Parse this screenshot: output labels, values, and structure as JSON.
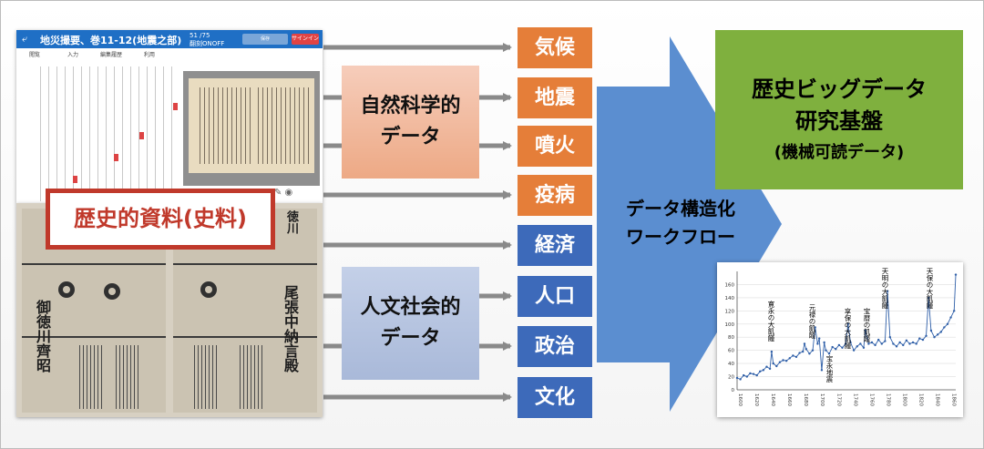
{
  "app_window": {
    "back_icon": "back-arrow-icon",
    "title": "地災撮要、巻11-12(地震之部)",
    "page_number": "51",
    "page_total": "/75",
    "page_button": "翻刻ONOFF",
    "action_button": "保存",
    "login_button": "サインイン",
    "tabs": [
      "閲覧",
      "入力",
      "編集履歴",
      "利用"
    ]
  },
  "historical_source": {
    "label": "歴史的資料(史料)",
    "woodblock_text_left": "御徳川齊昭",
    "woodblock_text_right": "尾張中納言殿",
    "woodblock_header": "徳川"
  },
  "categories": {
    "natural_science": [
      "自然科学的",
      "データ"
    ],
    "humanities": [
      "人文社会的",
      "データ"
    ]
  },
  "domains": {
    "natural": [
      "気候",
      "地震",
      "噴火",
      "疫病"
    ],
    "humanities": [
      "経済",
      "人口",
      "政治",
      "文化"
    ]
  },
  "workflow": [
    "データ構造化",
    "ワークフロー"
  ],
  "platform": {
    "title_line1": "歴史ビッグデータ",
    "title_line2": "研究基盤",
    "subtitle": "(機械可読データ)"
  },
  "chart_data": {
    "type": "line",
    "title": "",
    "xlabel": "",
    "ylabel": "",
    "ylim": [
      0,
      180
    ],
    "yticks": [
      0,
      20,
      40,
      60,
      80,
      100,
      120,
      140,
      160
    ],
    "x_tick_labels": [
      "1600",
      "1620",
      "1640",
      "1660",
      "1680",
      "1700",
      "1720",
      "1740",
      "1760",
      "1780",
      "1800",
      "1820",
      "1840",
      "1860"
    ],
    "x": [
      1600,
      1604,
      1608,
      1612,
      1616,
      1620,
      1624,
      1628,
      1632,
      1636,
      1640,
      1642,
      1644,
      1648,
      1652,
      1656,
      1660,
      1664,
      1668,
      1672,
      1676,
      1680,
      1682,
      1684,
      1688,
      1692,
      1695,
      1698,
      1700,
      1703,
      1706,
      1708,
      1712,
      1716,
      1720,
      1724,
      1728,
      1732,
      1735,
      1738,
      1742,
      1746,
      1750,
      1754,
      1756,
      1760,
      1764,
      1768,
      1772,
      1776,
      1780,
      1783,
      1786,
      1790,
      1794,
      1798,
      1802,
      1806,
      1810,
      1814,
      1818,
      1822,
      1826,
      1830,
      1833,
      1836,
      1840,
      1844,
      1848,
      1852,
      1856,
      1860,
      1864,
      1866
    ],
    "series": [
      {
        "values": [
          18,
          16,
          22,
          20,
          25,
          24,
          22,
          28,
          30,
          35,
          32,
          58,
          40,
          36,
          42,
          45,
          44,
          48,
          52,
          50,
          56,
          58,
          70,
          62,
          55,
          60,
          95,
          70,
          78,
          30,
          72,
          60,
          55,
          65,
          62,
          68,
          64,
          70,
          100,
          72,
          60,
          66,
          70,
          64,
          90,
          70,
          72,
          68,
          76,
          70,
          74,
          150,
          80,
          70,
          66,
          72,
          68,
          75,
          70,
          72,
          70,
          78,
          76,
          82,
          140,
          90,
          80,
          84,
          88,
          95,
          100,
          110,
          120,
          175
        ]
      }
    ],
    "annotations": [
      "寛永の大飢饉",
      "元禄の飢饉",
      "宝永地震",
      "享保の大飢饉",
      "宝暦の飢饉",
      "天明の大飢饉",
      "天保の大飢饉"
    ]
  },
  "colors": {
    "orange": "#e57e39",
    "blue": "#3d6aba",
    "green": "#7fb03e",
    "red": "#c0392b",
    "arrow_blue": "#5b8ed0"
  }
}
